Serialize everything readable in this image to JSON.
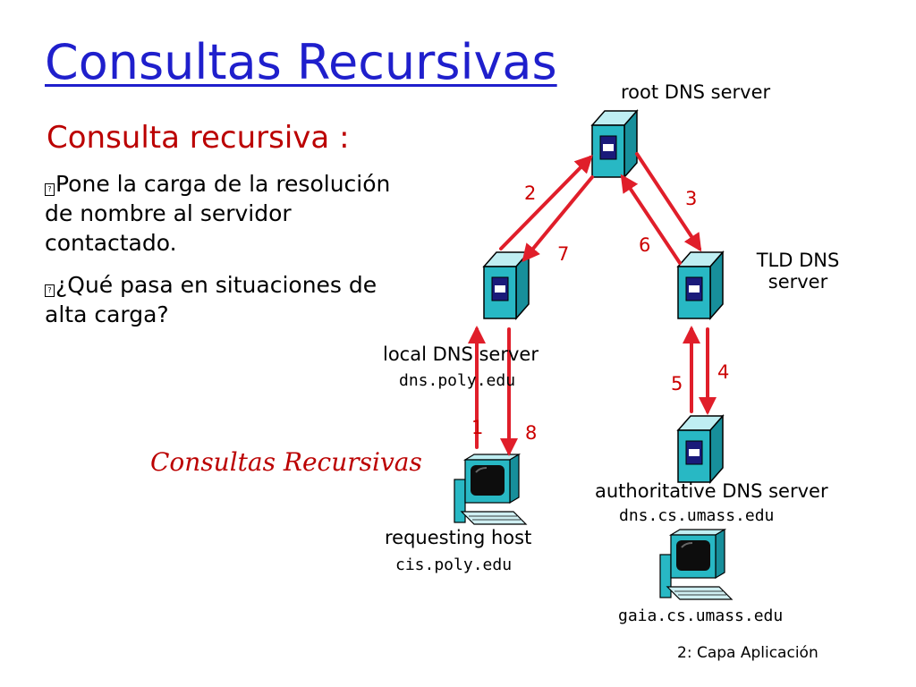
{
  "slide": {
    "title": "Consultas Recursivas",
    "subtitle": "Consulta recursiva :",
    "bullets": [
      {
        "marker": "?",
        "text": "Pone la carga de la resolución de nombre al servidor contactado."
      },
      {
        "marker": "?",
        "text": "¿Qué pasa en situaciones de alta carga?"
      }
    ],
    "caption": "Consultas Recursivas",
    "footer": "2: Capa Aplicación"
  },
  "diagram": {
    "root": {
      "label": "root DNS server"
    },
    "tld": {
      "label_line1": "TLD DNS",
      "label_line2": "server"
    },
    "local": {
      "label": "local DNS server",
      "host": "dns.poly.edu"
    },
    "authoritative": {
      "label": "authoritative DNS server",
      "host": "dns.cs.umass.edu"
    },
    "requesting": {
      "label": "requesting host",
      "host": "cis.poly.edu"
    },
    "target": {
      "host": "gaia.cs.umass.edu"
    },
    "steps": [
      "1",
      "2",
      "3",
      "4",
      "5",
      "6",
      "7",
      "8"
    ],
    "colors": {
      "arrow": "#e01e2a",
      "server": "#28b8c4",
      "title": "#1f1fcc",
      "accent": "#bb0000"
    }
  }
}
